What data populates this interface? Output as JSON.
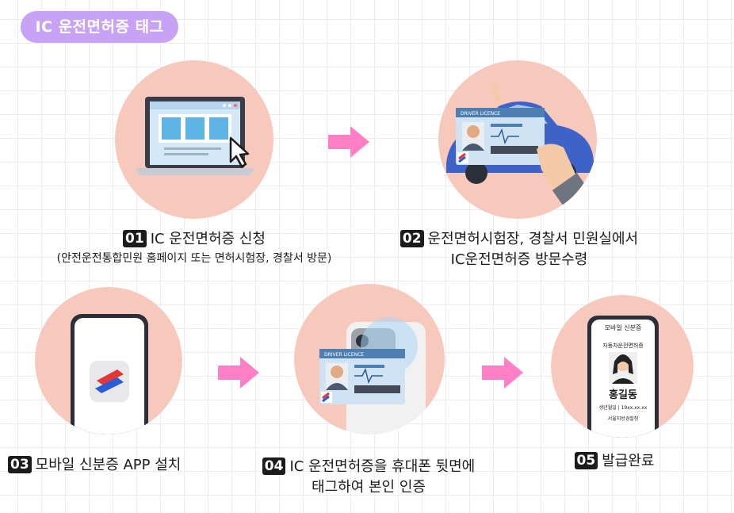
{
  "header": {
    "badge_label": "IC 운전면허증 태그"
  },
  "colors": {
    "badge": "#c8a3f5",
    "circle": "#f7c8bc",
    "arrow": "#ff7fc6",
    "card": "#cfe3f4",
    "card_header": "#4d7fb3",
    "car": "#3d63c8"
  },
  "steps": [
    {
      "number": "01",
      "lines": [
        "IC 운전면허증 신청"
      ],
      "note": "(안전운전통합민원 홈페이지 또는 면허시험장, 경찰서 방문)",
      "icon": "laptop-cursor-icon"
    },
    {
      "number": "02",
      "lines": [
        "운전면허시험장, 경찰서 민원실에서",
        "IC운전면허증 방문수령"
      ],
      "icon": "driver-licence-card-icon"
    },
    {
      "number": "03",
      "lines": [
        "모바일 신분증 APP 설치"
      ],
      "icon": "mobile-id-app-icon"
    },
    {
      "number": "04",
      "lines": [
        "IC 운전면허증을 휴대폰 뒷면에",
        "태그하여 본인 인증"
      ],
      "icon": "phone-nfc-tag-icon"
    },
    {
      "number": "05",
      "lines": [
        "발급완료"
      ],
      "icon": "phone-digital-license-icon"
    }
  ],
  "card": {
    "header_text": "DRIVER LICENCE"
  },
  "phone_license": {
    "app_title": "모바일 신분증",
    "doc_title": "자동차운전면허증",
    "name": "홍길동",
    "birth": "생년월일 | 19xx.xx.xx",
    "agency": "서울지방경찰청"
  }
}
